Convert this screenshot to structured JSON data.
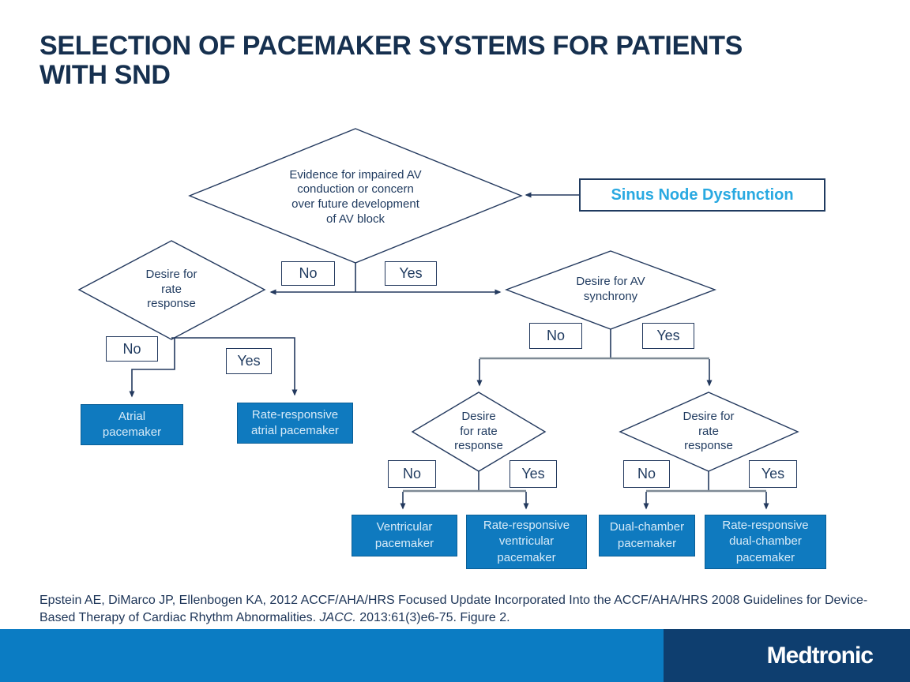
{
  "title": {
    "line1": "SELECTION OF PACEMAKER SYSTEMS FOR PATIENTS",
    "line2": "WITH SND"
  },
  "colors": {
    "title_navy": "#16304F",
    "line_navy": "#23395E",
    "connector_gray": "#7E8A95",
    "outcome_blue": "#0F7ABF",
    "sinus_cyan": "#29A9E1",
    "footer_blue": "#0B7CC3",
    "footer_navy": "#0E3E6F"
  },
  "flowchart": {
    "sinus_box": {
      "label": "Sinus Node Dysfunction"
    },
    "labels": {
      "no": "No",
      "yes": "Yes"
    },
    "diamonds": {
      "av_block": {
        "lines": [
          "Evidence for impaired AV",
          "conduction or concern",
          "over future development",
          "of AV block"
        ]
      },
      "rate_left": {
        "lines": [
          "Desire for",
          "rate",
          "response"
        ]
      },
      "av_sync": {
        "lines": [
          "Desire for AV",
          "synchrony"
        ]
      },
      "rate_no_av": {
        "lines": [
          "Desire",
          "for rate",
          "response"
        ]
      },
      "rate_yes_av": {
        "lines": [
          "Desire for",
          "rate",
          "response"
        ]
      }
    },
    "outcomes": {
      "atrial": {
        "lines": [
          "Atrial",
          "pacemaker"
        ]
      },
      "rr_atrial": {
        "lines": [
          "Rate-responsive",
          "atrial pacemaker"
        ]
      },
      "ventricular": {
        "lines": [
          "Ventricular",
          "pacemaker"
        ]
      },
      "rr_ventricular": {
        "lines": [
          "Rate-responsive",
          "ventricular",
          "pacemaker"
        ]
      },
      "dual": {
        "lines": [
          "Dual-chamber",
          "pacemaker"
        ]
      },
      "rr_dual": {
        "lines": [
          "Rate-responsive",
          "dual-chamber",
          "pacemaker"
        ]
      }
    }
  },
  "citation": {
    "line1": "Epstein AE, DiMarco JP, Ellenbogen KA, 2012 ACCF/AHA/HRS  Focused Update Incorporated Into the ACCF/AHA/HRS  2008 Guidelines for Device-",
    "line2_pre": "Based Therapy of Cardiac Rhythm Abnormalities. ",
    "line2_italic": "JACC.",
    "line2_post": " 2013:61(3)e6-75. Figure 2."
  },
  "footer": {
    "brand": "Medtronic"
  }
}
